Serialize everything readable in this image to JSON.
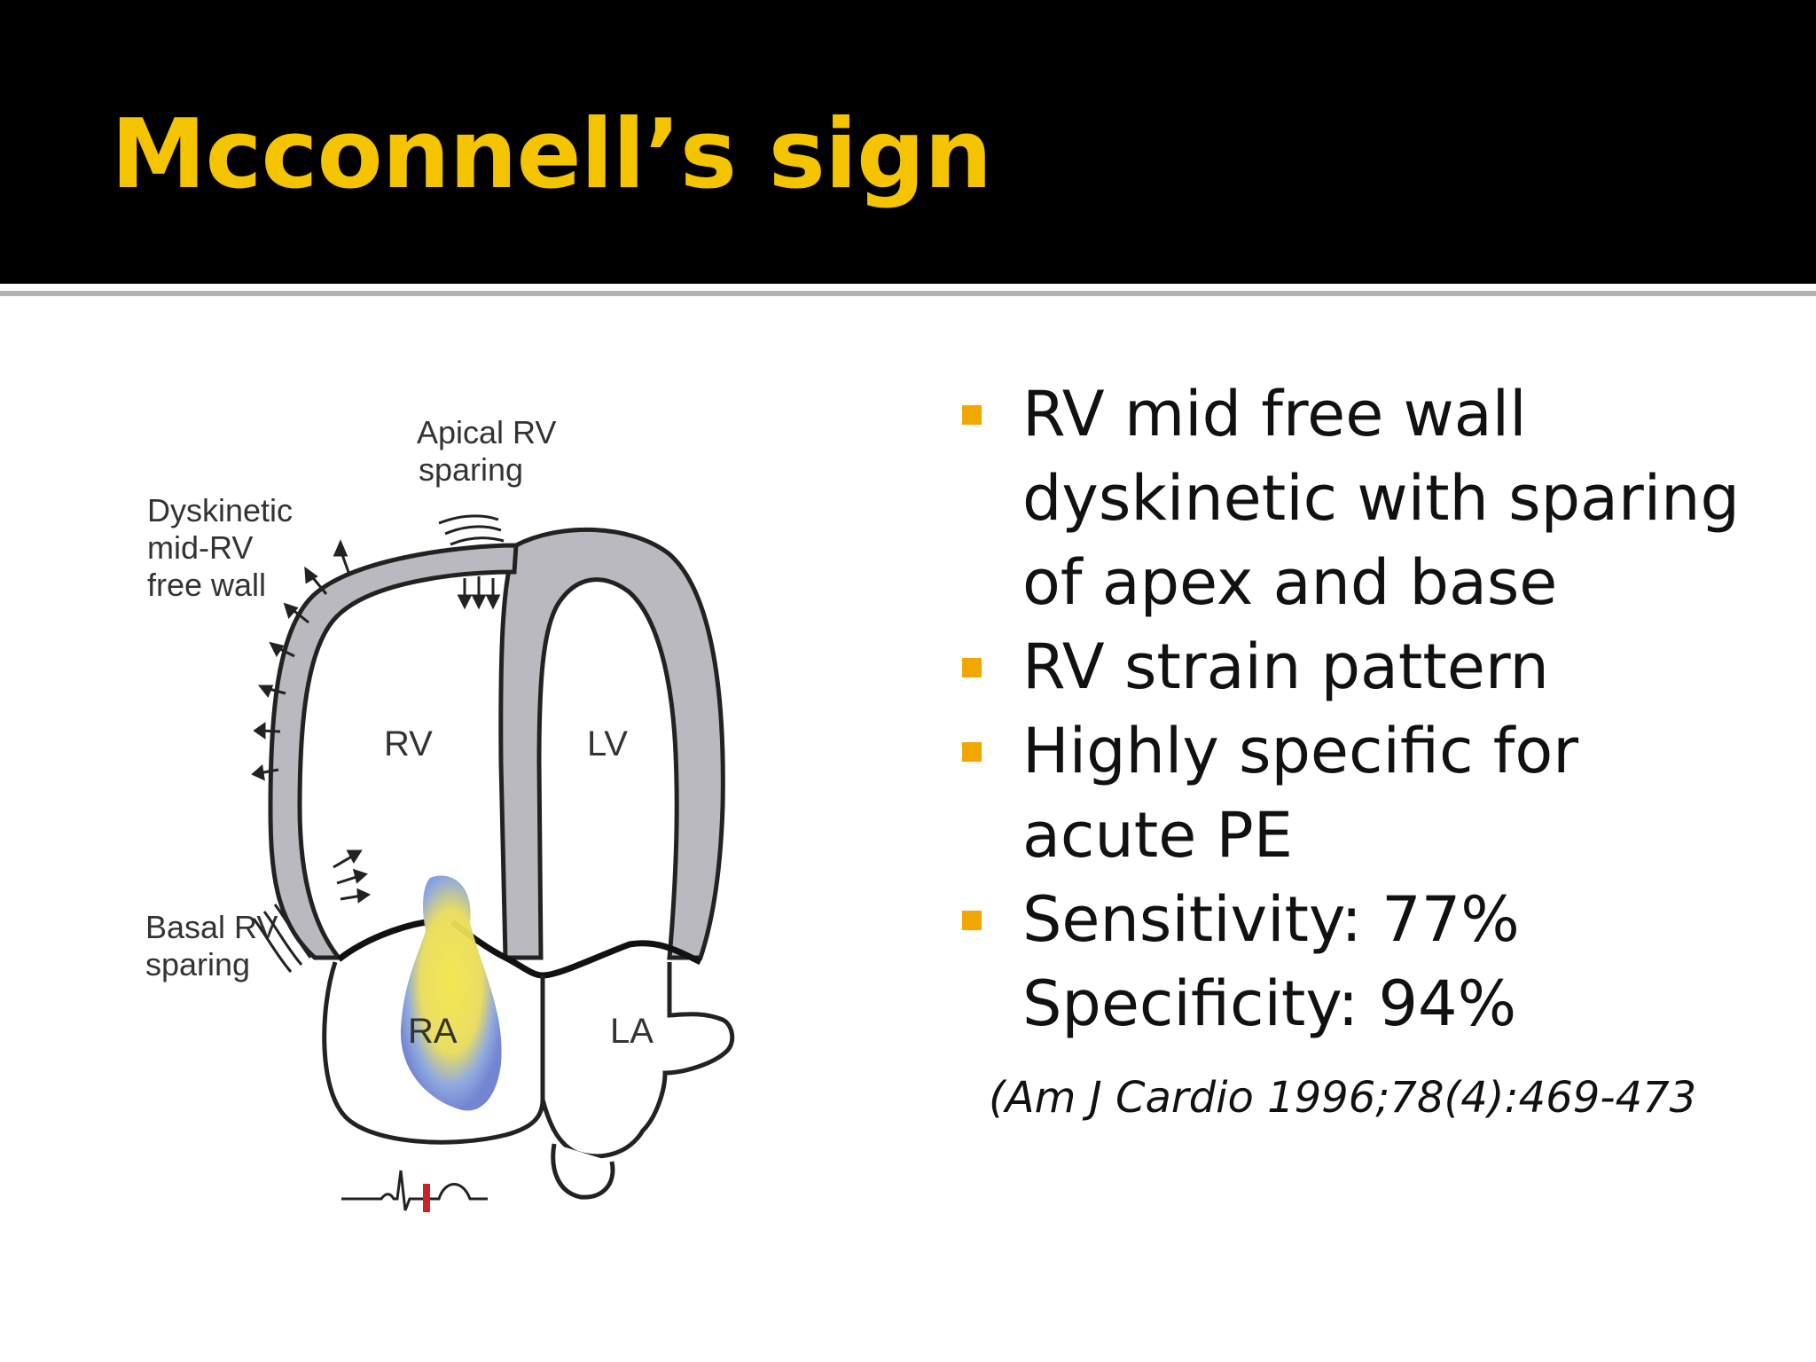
{
  "slide": {
    "title": "Mcconnell’s sign",
    "colors": {
      "header_bg": "#000000",
      "title": "#f5c400",
      "bullet_marker": "#f0a800",
      "rule": "#b3b3b3"
    }
  },
  "figure": {
    "labels": {
      "apical_line1": "Apical RV",
      "apical_line2": "sparing",
      "dysk_line1": "Dyskinetic",
      "dysk_line2": "mid-RV",
      "dysk_line3": "free wall",
      "basal_line1": "Basal RV",
      "basal_line2": "sparing"
    },
    "chambers": {
      "rv": "RV",
      "lv": "LV",
      "ra": "RA",
      "la": "LA"
    }
  },
  "bullets": [
    {
      "lines": [
        "RV mid free wall",
        "dyskinetic with sparing",
        "of apex and base"
      ]
    },
    {
      "lines": [
        "RV strain pattern"
      ]
    },
    {
      "lines": [
        "Highly specific for",
        "acute PE"
      ]
    },
    {
      "lines": [
        "Sensitivity: 77%",
        "Specificity: 94%"
      ]
    }
  ],
  "citation": "(Am J Cardio 1996;78(4):469-473"
}
